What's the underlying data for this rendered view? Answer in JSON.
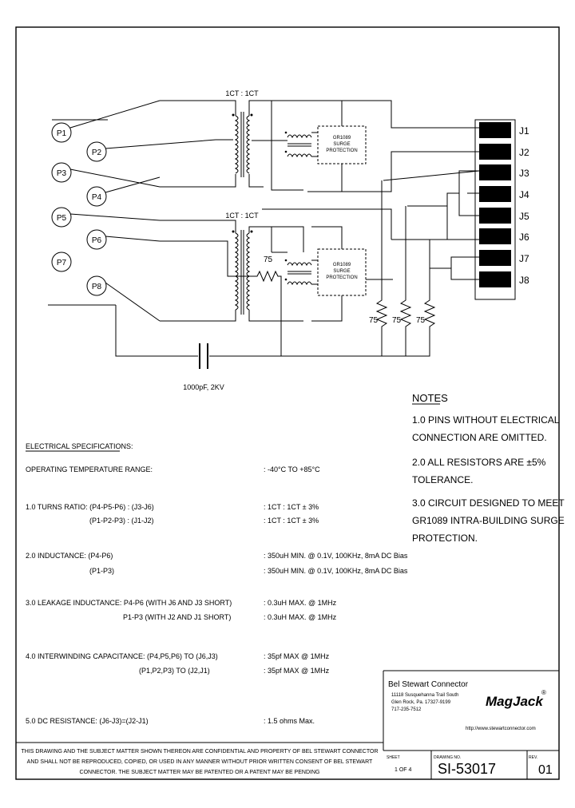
{
  "schematic": {
    "xfmr_top_ratio": "1CT : 1CT",
    "xfmr_bottom_ratio": "1CT : 1CT",
    "surge_label_1": "GR1089",
    "surge_label_2": "SURGE",
    "surge_label_3": "PROTECTION",
    "res_center": "75",
    "res_a": "75",
    "res_b": "75",
    "res_c": "75",
    "cap_label": "1000pF, 2KV",
    "pins": [
      "P1",
      "P2",
      "P3",
      "P4",
      "P5",
      "P6",
      "P7",
      "P8"
    ],
    "jacks": [
      "J1",
      "J2",
      "J3",
      "J4",
      "J5",
      "J6",
      "J7",
      "J8"
    ]
  },
  "notes": {
    "title": "NOTES",
    "n1a": "1.0 PINS WITHOUT ELECTRICAL",
    "n1b": "CONNECTION ARE OMITTED.",
    "n2a": "2.0 ALL RESISTORS ARE ±5%",
    "n2b": "TOLERANCE.",
    "n3a": "3.0 CIRCUIT DESIGNED TO MEET",
    "n3b": "GR1089 INTRA-BUILDING SURGE",
    "n3c": "PROTECTION."
  },
  "specs": {
    "title": "ELECTRICAL SPECIFICATIONS:",
    "temp_label": "OPERATING TEMPERATURE RANGE:",
    "temp_value": ": -40°C TO +85°C",
    "tr_label_1": "1.0 TURNS RATIO: (P4-P5-P6) : (J3-J6)",
    "tr_label_2": "(P1-P2-P3) : (J1-J2)",
    "tr_value_1": ": 1CT : 1CT ± 3%",
    "tr_value_2": ": 1CT : 1CT ± 3%",
    "ind_label_1": "2.0 INDUCTANCE: (P4-P6)",
    "ind_label_2": "(P1-P3)",
    "ind_value_1": ": 350uH MIN. @ 0.1V, 100KHz, 8mA DC Bias",
    "ind_value_2": ": 350uH MIN. @ 0.1V, 100KHz, 8mA DC Bias",
    "leak_label_1": "3.0 LEAKAGE INDUCTANCE: P4-P6 (WITH J6 AND J3 SHORT)",
    "leak_label_2": "P1-P3 (WITH J2 AND J1 SHORT)",
    "leak_value_1": ": 0.3uH MAX. @ 1MHz",
    "leak_value_2": ": 0.3uH MAX. @ 1MHz",
    "cap_label_1": "4.0 INTERWINDING CAPACITANCE: (P4,P5,P6) TO (J6,J3)",
    "cap_label_2": "(P1,P2,P3) TO (J2,J1)",
    "cap_value_1": ": 35pf MAX @ 1MHz",
    "cap_value_2": ": 35pf MAX @ 1MHz",
    "dcr_label": "5.0 DC RESISTANCE: (J6-J3)=(J2-J1)",
    "dcr_value": ": 1.5 ohms Max."
  },
  "title_block": {
    "company": "Bel Stewart Connector",
    "addr1": "11118 Susquehanna Trail South",
    "addr2": "Glen Rock, Pa. 17327-9199",
    "addr3": "717-235-7512",
    "logo": "MagJack",
    "logo_mark": "®",
    "url": "http://www.stewartconnector.com",
    "sheet_label": "SHEET",
    "sheet_value": "1 OF 4",
    "drawing_label": "DRAWING NO.",
    "drawing_value": "SI-53017",
    "rev_label": "REV.",
    "rev_value": "01",
    "disclaimer_1": "THIS DRAWING AND THE SUBJECT MATTER SHOWN THEREON ARE CONFIDENTIAL AND PROPERTY OF BEL STEWART CONNECTOR",
    "disclaimer_2": "AND SHALL NOT BE REPRODUCED, COPIED, OR USED IN ANY MANNER WITHOUT PRIOR WRITTEN CONSENT OF BEL STEWART",
    "disclaimer_3": "CONNECTOR. THE SUBJECT MATTER MAY BE PATENTED OR A PATENT MAY BE PENDING"
  }
}
